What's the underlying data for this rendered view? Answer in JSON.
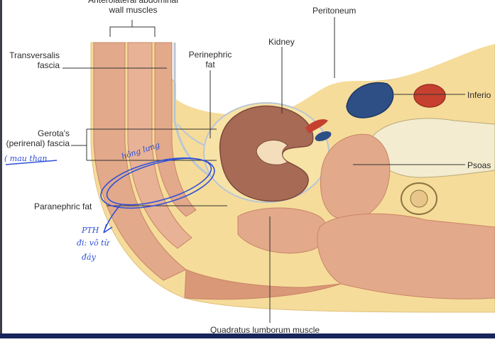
{
  "labels": {
    "abdominal_wall": "Anterolateral abdominal\nwall muscles",
    "peritoneum": "Peritoneum",
    "transversalis": "Transversalis\nfascia",
    "perinephric_fat": "Perinephric\nfat",
    "kidney": "Kidney",
    "inferior": "Inferio",
    "gerota": "Gerota's\n(perirenal) fascia",
    "psoas": "Psoas",
    "paranephric": "Paranephric fat",
    "quadratus": "Quadratus lumborum muscle"
  },
  "handwriting": {
    "note_left": "( mau than",
    "note_circle": "hông lưng",
    "note_pth": "PTH",
    "note_line2": "đi: vô từ",
    "note_line3": "đáy"
  },
  "colors": {
    "skin": "#f6dc9a",
    "muscle": "#e2a98b",
    "muscle_dark": "#c98566",
    "kidney": "#a66a55",
    "fascia": "#b9c6d6",
    "vein": "#2e4f86",
    "artery": "#c6402f",
    "bone": "#f3ecd0",
    "ink": "#2f50d8",
    "leader": "#333333"
  }
}
